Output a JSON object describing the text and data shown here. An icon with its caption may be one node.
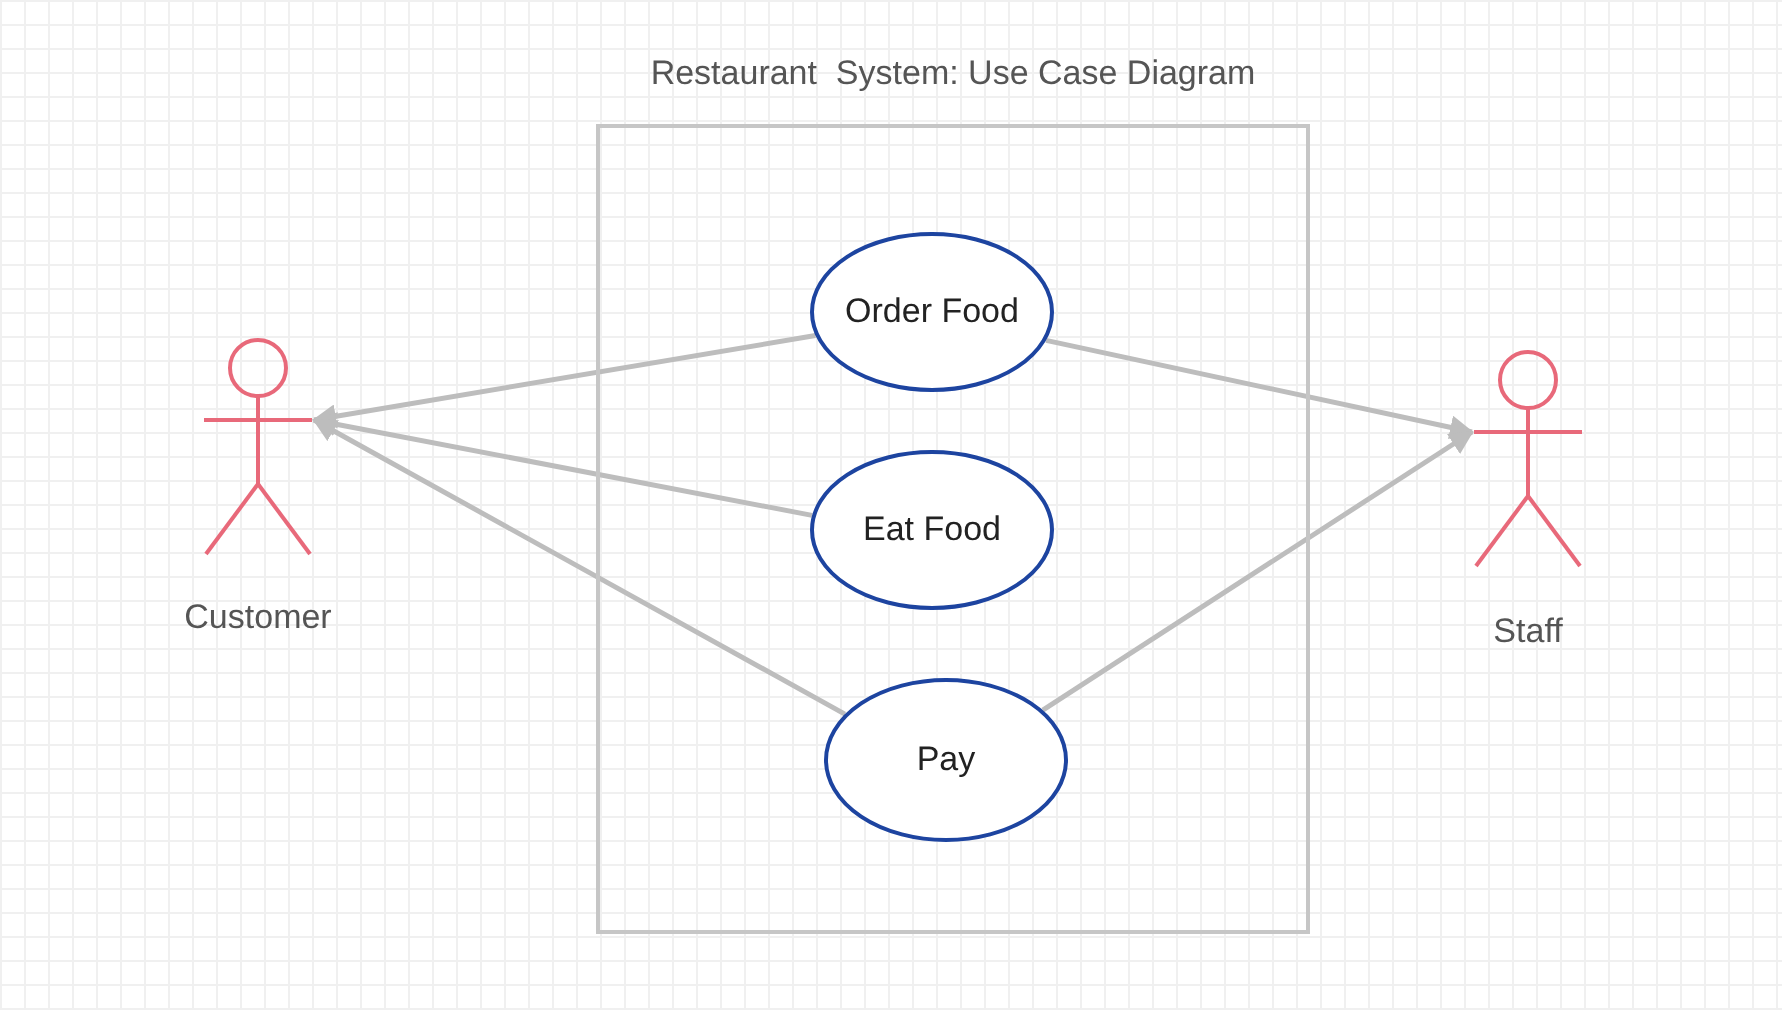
{
  "diagram": {
    "nodes": [
      {
        "text": [
          "Restaurant  System: Use Case Diagram"
        ]
      },
      {
        "text": [
          "Customer"
        ]
      },
      {
        "text": [
          "Order Food"
        ],
        "in": 0
      },
      {
        "text": [
          "Eat Food"
        ],
        "in": 0
      },
      {
        "text": [
          "Pay"
        ],
        "in": 0
      },
      {
        "text": [
          "Staff"
        ]
      }
    ],
    "edges": [
      {
        "from": 2,
        "to": 1,
        "arrow": "to"
      },
      {
        "from": 3,
        "to": 1,
        "arrow": "to"
      },
      {
        "from": 4,
        "to": 1,
        "arrow": "to"
      },
      {
        "from": 2,
        "to": 5,
        "arrow": "to"
      },
      {
        "from": 4,
        "to": 5,
        "arrow": "to"
      }
    ]
  }
}
